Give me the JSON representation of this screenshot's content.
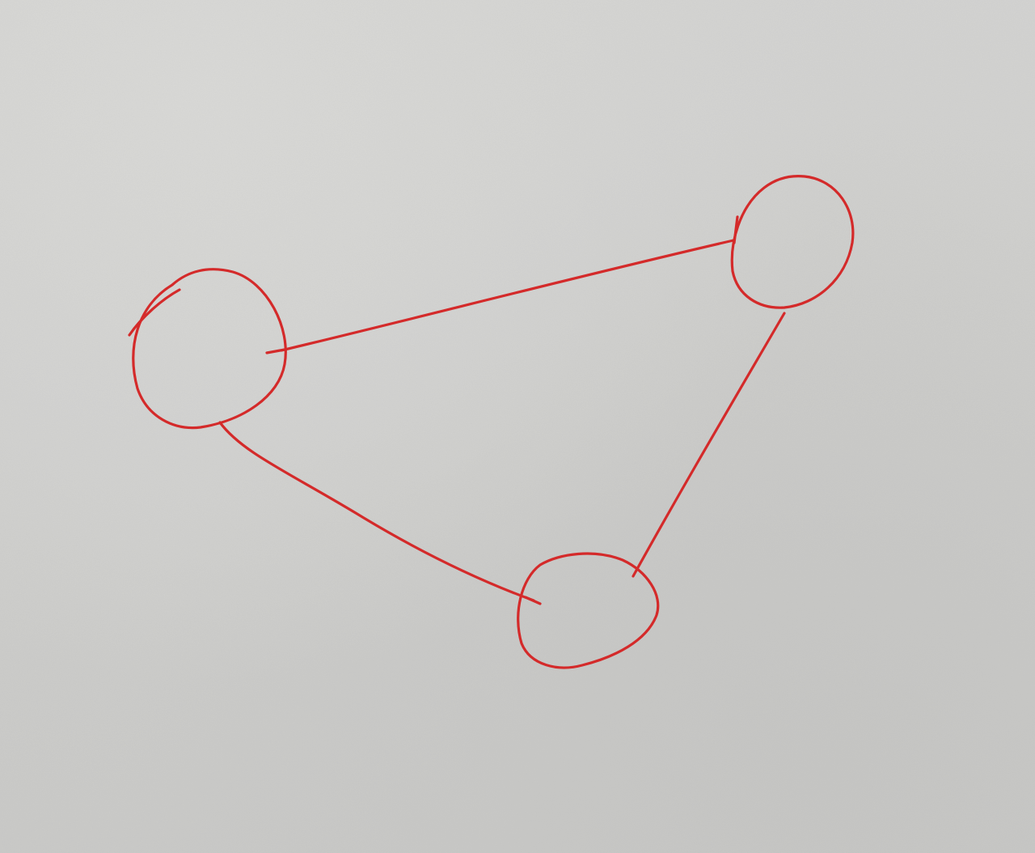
{
  "diagram": {
    "type": "graph",
    "style": "hand-drawn sketch on paper",
    "ink_color": "#d42a2a",
    "paper_color": "#cfcfcd",
    "nodes": [
      {
        "id": "node-left",
        "label": ""
      },
      {
        "id": "node-top-right",
        "label": ""
      },
      {
        "id": "node-bottom",
        "label": ""
      }
    ],
    "edges": [
      {
        "id": "edge-left-top-right",
        "from": "node-left",
        "to": "node-top-right"
      },
      {
        "id": "edge-top-right-bottom",
        "from": "node-top-right",
        "to": "node-bottom"
      },
      {
        "id": "edge-left-bottom",
        "from": "node-left",
        "to": "node-bottom"
      }
    ]
  }
}
